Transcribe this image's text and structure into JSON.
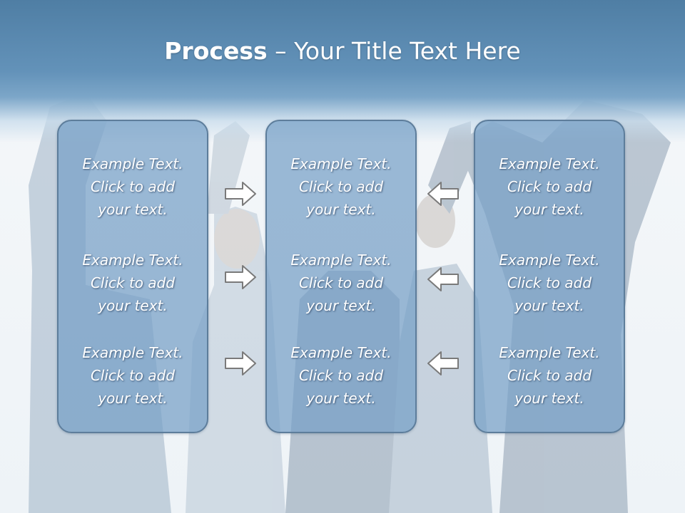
{
  "slide": {
    "title_bold": "Process",
    "title_rest": " – Your Title Text Here"
  },
  "colors": {
    "title_band": "#5b8ab1",
    "panel_fill": "#76a0c6",
    "panel_border": "#5d7d9b",
    "text": "#ffffff"
  },
  "panels": [
    {
      "items": [
        {
          "line1": "Example Text.",
          "line2": "Click  to add",
          "line3": "your text."
        },
        {
          "line1": "Example Text.",
          "line2": "Click  to add",
          "line3": "your text."
        },
        {
          "line1": "Example Text.",
          "line2": "Click  to add",
          "line3": "your text."
        }
      ]
    },
    {
      "items": [
        {
          "line1": "Example Text.",
          "line2": "Click  to add",
          "line3": "your text."
        },
        {
          "line1": "Example Text.",
          "line2": "Click  to add",
          "line3": "your text."
        },
        {
          "line1": "Example Text.",
          "line2": "Click  to add",
          "line3": "your text."
        }
      ]
    },
    {
      "items": [
        {
          "line1": "Example Text.",
          "line2": "Click  to add",
          "line3": "your text."
        },
        {
          "line1": "Example Text.",
          "line2": "Click  to add",
          "line3": "your text."
        },
        {
          "line1": "Example Text.",
          "line2": "Click  to add",
          "line3": "your text."
        }
      ]
    }
  ],
  "arrows": {
    "left_group": "arrow-right-icon",
    "right_group": "arrow-left-icon"
  }
}
